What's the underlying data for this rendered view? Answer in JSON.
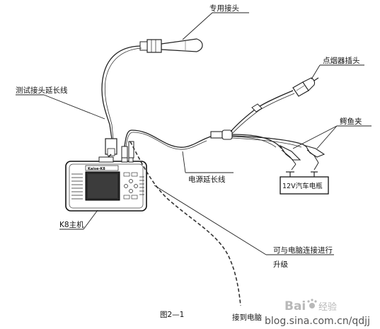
{
  "labels": {
    "special_connector": "专用接头",
    "test_ext_cable": "测试接头延长线",
    "cigarette_plug": "点烟器插头",
    "alligator_clip": "鳄鱼夹",
    "power_ext_cable": "电源延长线",
    "battery": "12V汽车电瓶",
    "host": "K8主机",
    "upgrade_line1": "可与电脑连接进行",
    "upgrade_line2": "升级",
    "to_pc": "接到电脑",
    "figure": "图2—1"
  },
  "device": {
    "brand_text": "Kaise-K8"
  },
  "watermark": {
    "brand": "Bai",
    "brand_suffix": "经验",
    "url": "blog.sina.com.cn/qdjj"
  },
  "colors": {
    "ink": "#111111",
    "watermark": "#b8b8b8"
  }
}
